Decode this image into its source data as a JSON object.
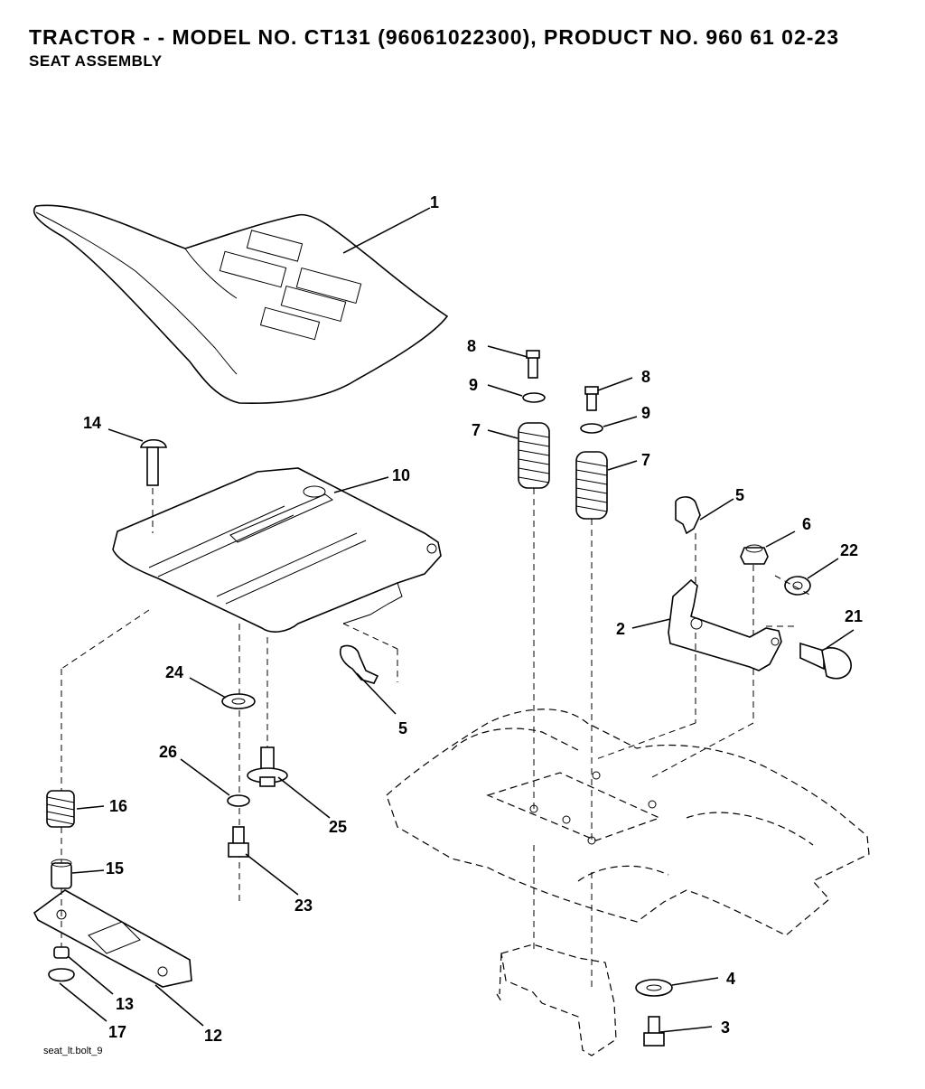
{
  "header": {
    "title": "TRACTOR - - MODEL NO. CT131 (96061022300), PRODUCT NO. 960 61 02-23",
    "subtitle": "SEAT ASSEMBLY"
  },
  "callouts": [
    {
      "id": "c1",
      "label": "1"
    },
    {
      "id": "c2",
      "label": "2"
    },
    {
      "id": "c3",
      "label": "3"
    },
    {
      "id": "c4",
      "label": "4"
    },
    {
      "id": "c5a",
      "label": "5"
    },
    {
      "id": "c5b",
      "label": "5"
    },
    {
      "id": "c6",
      "label": "6"
    },
    {
      "id": "c7a",
      "label": "7"
    },
    {
      "id": "c7b",
      "label": "7"
    },
    {
      "id": "c8a",
      "label": "8"
    },
    {
      "id": "c8b",
      "label": "8"
    },
    {
      "id": "c9a",
      "label": "9"
    },
    {
      "id": "c9b",
      "label": "9"
    },
    {
      "id": "c10",
      "label": "10"
    },
    {
      "id": "c12",
      "label": "12"
    },
    {
      "id": "c13",
      "label": "13"
    },
    {
      "id": "c14",
      "label": "14"
    },
    {
      "id": "c15",
      "label": "15"
    },
    {
      "id": "c16",
      "label": "16"
    },
    {
      "id": "c17",
      "label": "17"
    },
    {
      "id": "c21",
      "label": "21"
    },
    {
      "id": "c22",
      "label": "22"
    },
    {
      "id": "c23",
      "label": "23"
    },
    {
      "id": "c24",
      "label": "24"
    },
    {
      "id": "c25",
      "label": "25"
    },
    {
      "id": "c26",
      "label": "26"
    }
  ],
  "footer": {
    "drawing_id": "seat_lt.bolt_9"
  }
}
